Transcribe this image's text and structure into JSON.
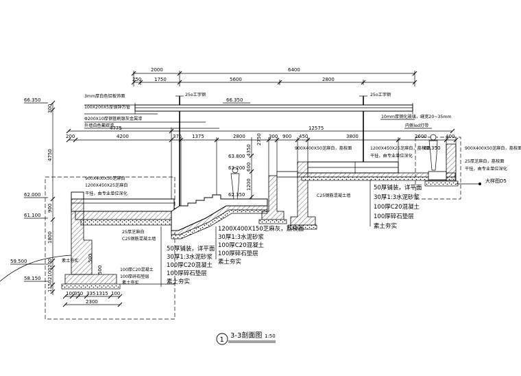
{
  "title": {
    "index": "1",
    "name": "3-3剖面图",
    "scale": "1:50"
  },
  "dims_top": [
    "2000",
    "6400",
    "250",
    "1750",
    "5600",
    "2800"
  ],
  "dims_mid": [
    "4775",
    "12575"
  ],
  "dims_row3": [
    "200",
    "4200",
    "375",
    "1375",
    "2800",
    "2750",
    "300",
    "900",
    "450",
    "3800",
    "2600",
    "400"
  ],
  "dims_left_vertical": [
    "300",
    "4750",
    "900",
    "1800",
    "200",
    "2100",
    "1150"
  ],
  "dims_bottom": [
    "100",
    "350",
    "335",
    "1315",
    "100",
    "2300"
  ],
  "dims_misc": [
    "500",
    "500",
    "4350",
    "600",
    "1200"
  ],
  "levels": [
    "66.350",
    "66.350",
    "62.000",
    "61.100",
    "59.500",
    "58.150",
    "63.800",
    "63.200",
    "62.350",
    "62.350"
  ],
  "notes_top": [
    "3mm厚白色铝板饰面",
    "100X200X5厚镀锌方管",
    "25o工字钢",
    "25o工字钢",
    "Φ200X10厚钢管刷银灰金属漆",
    "外墙白色氟碳漆",
    "10mm厚钢化玻璃，缝宽20~35mm",
    "内侧led灯带"
  ],
  "notes_upper_right": [
    "900X400X50芝麻白，荔枝面",
    "1200X450X25芝麻白，荔枝面",
    "900X400X50芝麻白，荔枝面",
    "干挂，由专业单位深化",
    "25厚芝麻白，荔枝面",
    "干挂，由专业单位深化",
    "大样图D5"
  ],
  "notes_left_upper": [
    "900X400X50芝麻白",
    "1200X450X25芝麻白",
    "干挂，由专业单位深化"
  ],
  "notes_mid": [
    "C25钢筋混凝土墙",
    "25厚芝麻白",
    "C25钢筋混凝土墙",
    "100厚C20混凝土",
    "100厚碎石垫层",
    "素土夯实",
    "素土夯实"
  ],
  "layers_left": [
    "50厚铺装，详平面",
    "30厚1:3水泥砂浆",
    "100厚C20混凝土",
    "100厚碎石垫层",
    "素土夯实"
  ],
  "layers_mid": [
    "1200X400X150芝麻灰，荔枝面",
    "30厚1:3水泥砂浆",
    "100厚C20混凝土",
    "100厚碎石垫层",
    "素土夯实"
  ],
  "layers_right": [
    "50厚铺装，详平面",
    "30厚1:3水泥砂浆",
    "100厚C20混凝土",
    "100厚碎石垫层",
    "素土夯实"
  ]
}
